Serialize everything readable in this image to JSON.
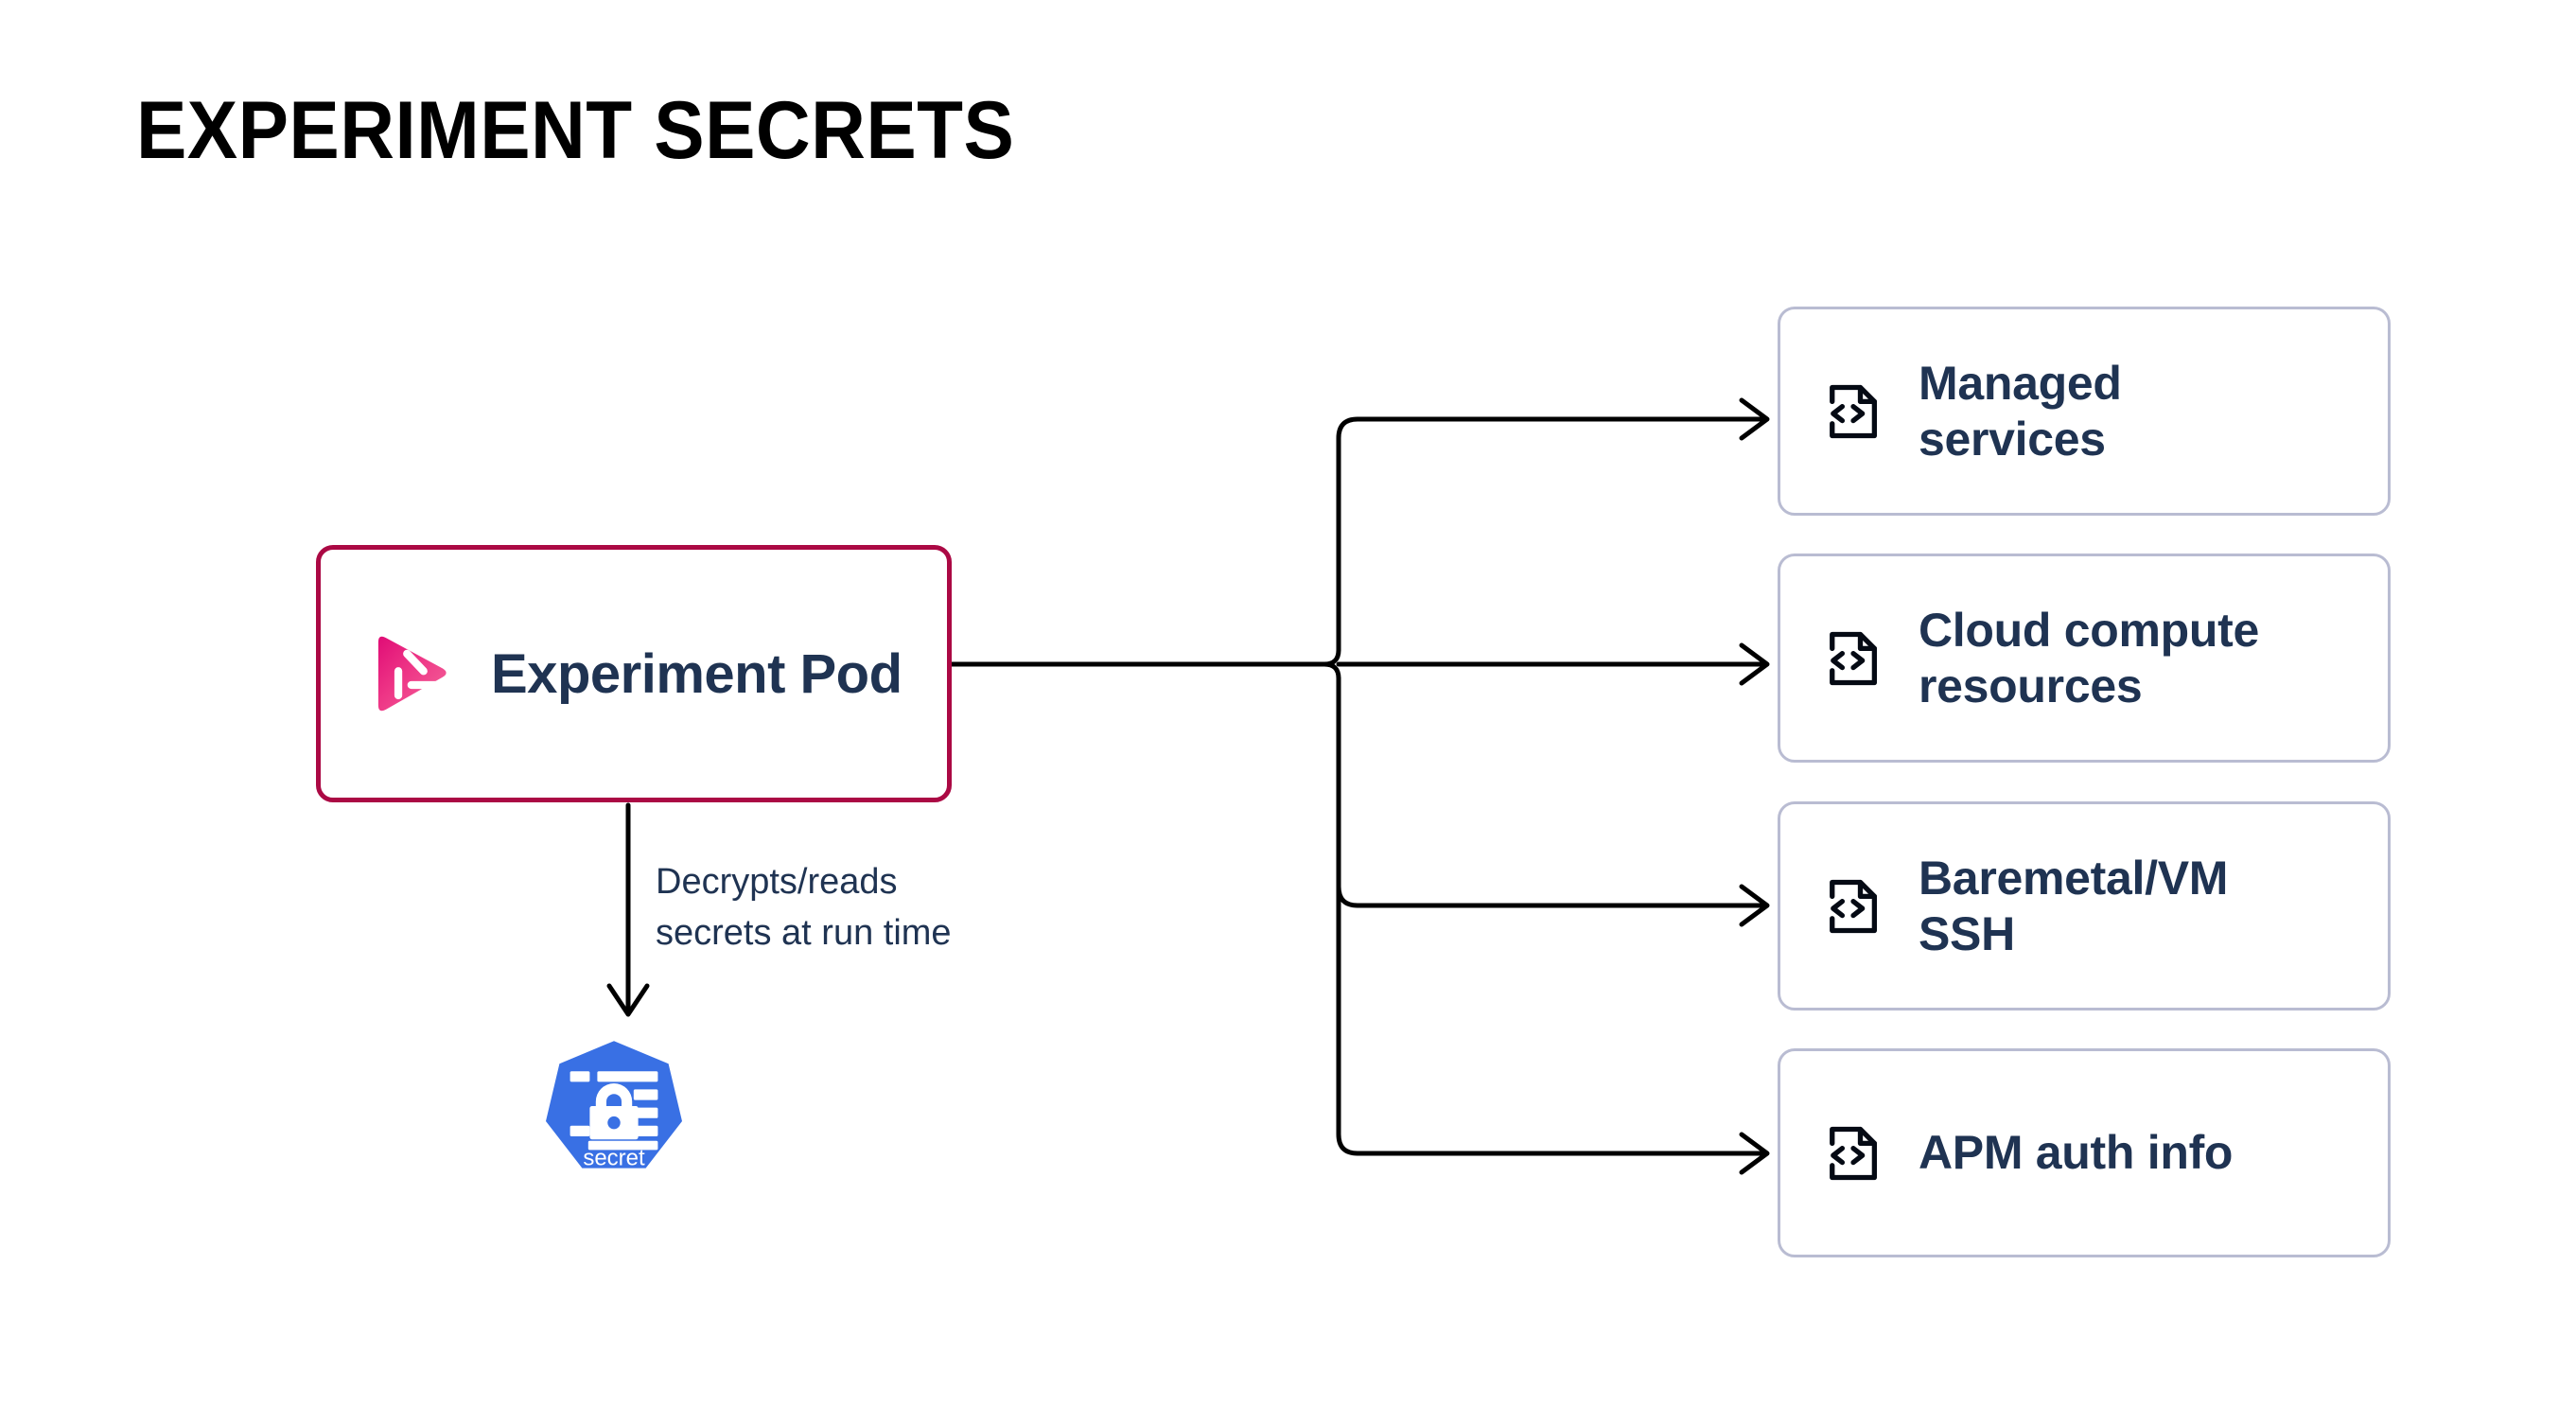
{
  "page": {
    "title": "EXPERIMENT SECRETS",
    "background_color": "#FFFFFF"
  },
  "colors": {
    "pod_border": "#AB0944",
    "card_border": "#B9BCD2",
    "text_navy": "#1F3352",
    "connector_line": "#000000",
    "kubernetes_blue": "#3970E4",
    "gremlin_pink_light": "#F2558E",
    "gremlin_pink_dark": "#E1187A"
  },
  "source_node": {
    "label": "Experiment Pod",
    "icon": "gremlin-logo-icon",
    "border_color": "#AB0944"
  },
  "edges": {
    "secret_edge": {
      "caption": "Decrypts/reads\nsecrets at run time",
      "direction": "down",
      "arrowhead": "chevron"
    },
    "targets_edge": {
      "arrowhead": "chevron",
      "style": "orthogonal-branching",
      "branch_count": 4,
      "source_port": "circle"
    }
  },
  "secret_node": {
    "label": "secret",
    "icon": "kubernetes-secret-icon",
    "shape": "heptagon",
    "fill_color": "#3970E4"
  },
  "targets": {
    "icon": "code-file-icon",
    "items": [
      {
        "label": "Managed\nservices"
      },
      {
        "label": "Cloud compute\nresources"
      },
      {
        "label": "Baremetal/VM\nSSH"
      },
      {
        "label": "APM auth info"
      }
    ]
  }
}
